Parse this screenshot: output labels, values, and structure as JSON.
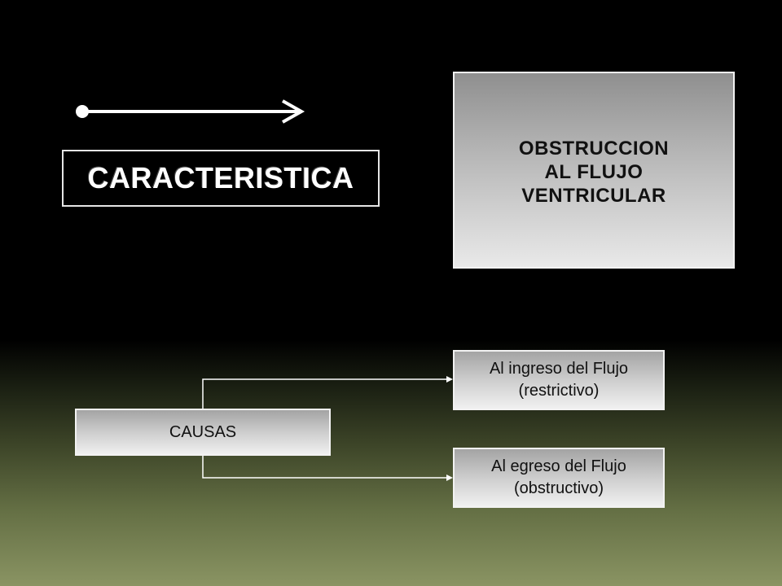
{
  "diagram": {
    "heading": "CARACTERISTICA",
    "main_box": {
      "lines": [
        "OBSTRUCCION",
        "AL FLUJO",
        "VENTRICULAR"
      ]
    },
    "root_node": {
      "label": "CAUSAS"
    },
    "branches": [
      {
        "line1": "Al ingreso del Flujo",
        "line2": "(restrictivo)"
      },
      {
        "line1": "Al egreso del Flujo",
        "line2": "(obstructivo)"
      }
    ]
  },
  "colors": {
    "background_top": "#000000",
    "background_bottom": "#8a9463",
    "box_fill_light": "#f0f0f0",
    "box_fill_dark": "#a4a4a4",
    "connector": "#ffffff"
  }
}
